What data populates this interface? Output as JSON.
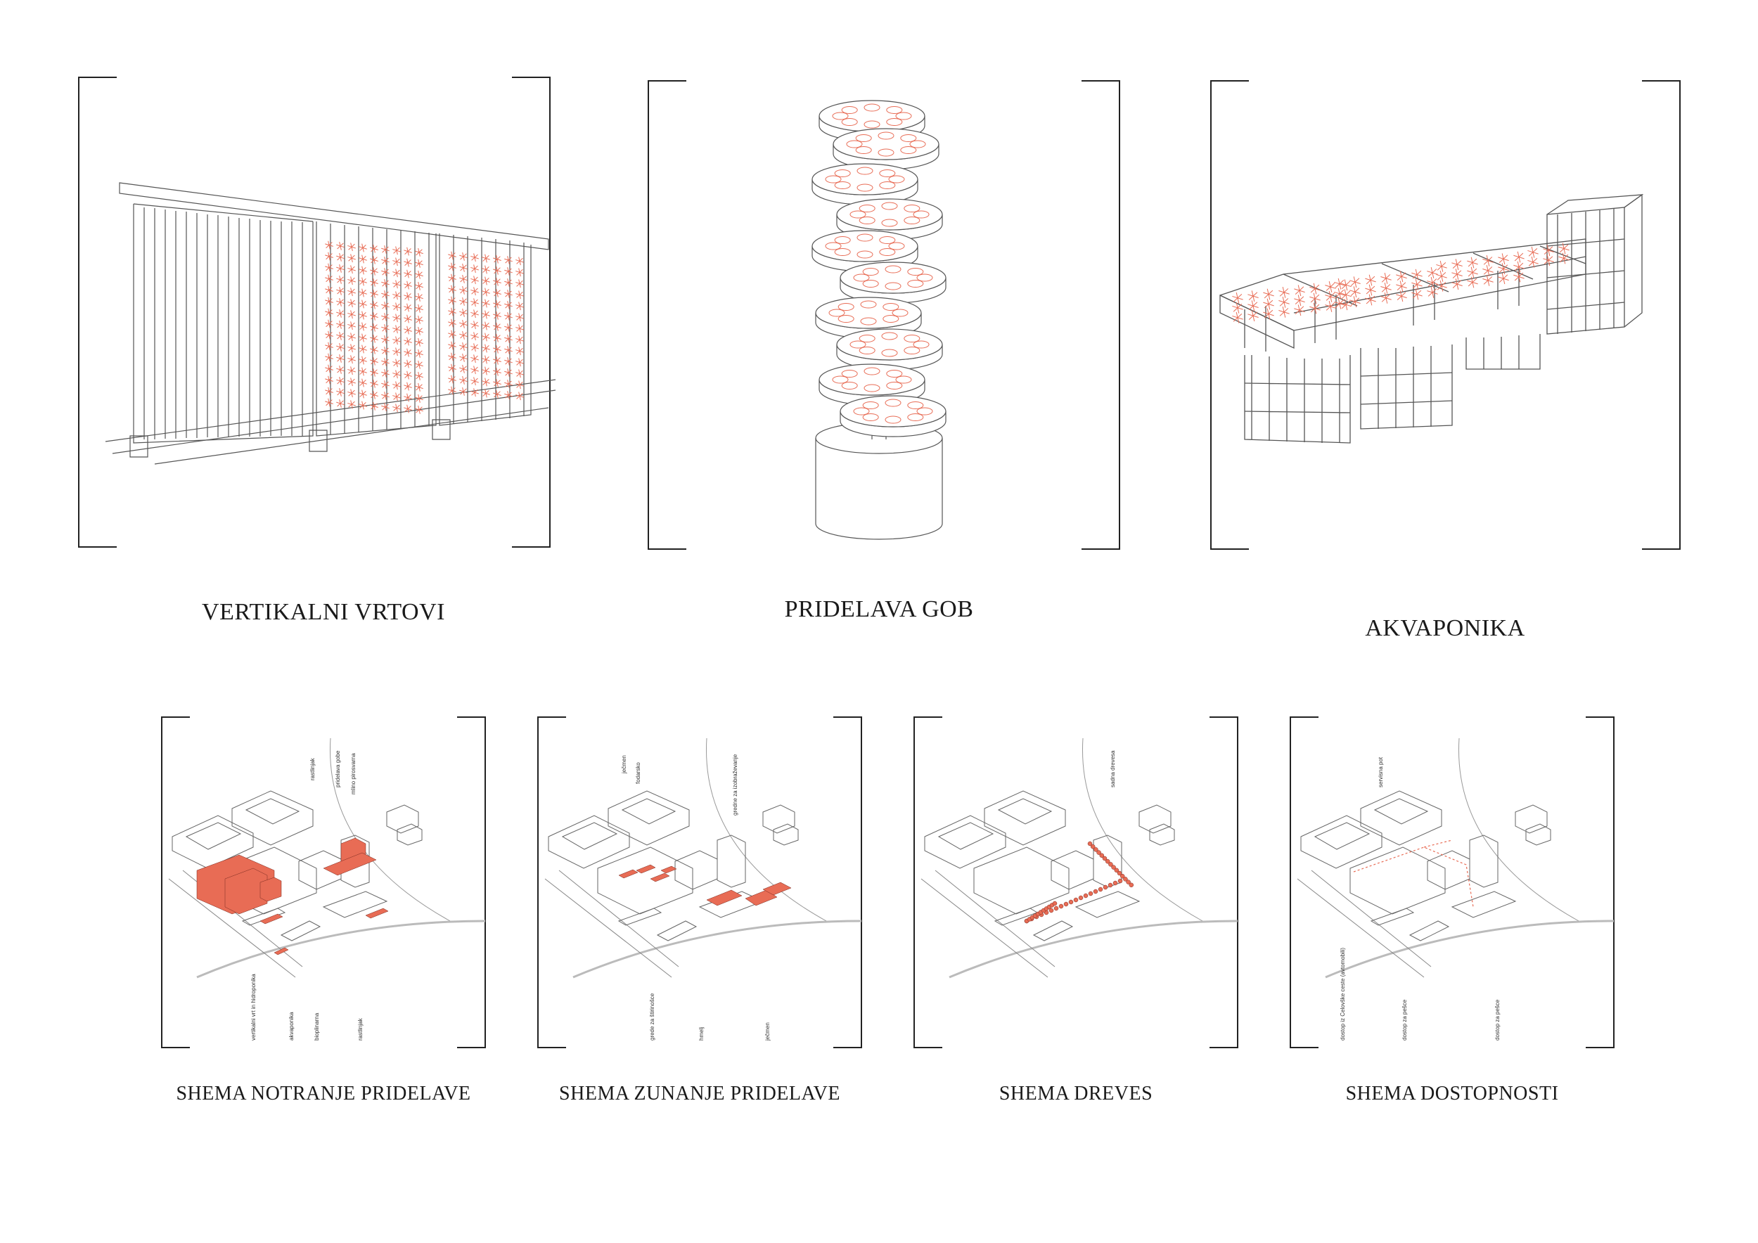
{
  "colors": {
    "accent": "#e86c55",
    "line": "#555555",
    "bracket": "#222222"
  },
  "top_panels": [
    {
      "id": "vertical",
      "caption": "VERTIKALNI VRTOVI"
    },
    {
      "id": "mushroom",
      "caption": "PRIDELAVA GOB"
    },
    {
      "id": "aquaponics",
      "caption": "AKVAPONIKA"
    }
  ],
  "bottom_panels": [
    {
      "caption": "SHEMA NOTRANJE PRIDELAVE",
      "labels_top": [
        "rastlinjak",
        "pridelava gobe",
        "mlino pirosvarna"
      ],
      "labels_bottom": [
        "vertikalni vrt in hidroponika",
        "akvaponika",
        "bioplinarna",
        "rastlinjak"
      ]
    },
    {
      "caption": "SHEMA ZUNANJE PRIDELAVE",
      "labels_top": [
        "ječmen",
        "fodarsko",
        "gredne za izobraževanje"
      ],
      "labels_bottom": [
        "grede za štirinošce",
        "hmelj",
        "ječmen"
      ]
    },
    {
      "caption": "SHEMA DREVES",
      "labels_top": [
        "sadna drevesa"
      ],
      "labels_bottom": []
    },
    {
      "caption": "SHEMA DOSTOPNOSTI",
      "labels_top": [
        "servisna pot"
      ],
      "labels_bottom": [
        "dostop iz Celovške ceste (avtomobili)",
        "dostop za pešce",
        "dostop za pešce"
      ]
    }
  ]
}
